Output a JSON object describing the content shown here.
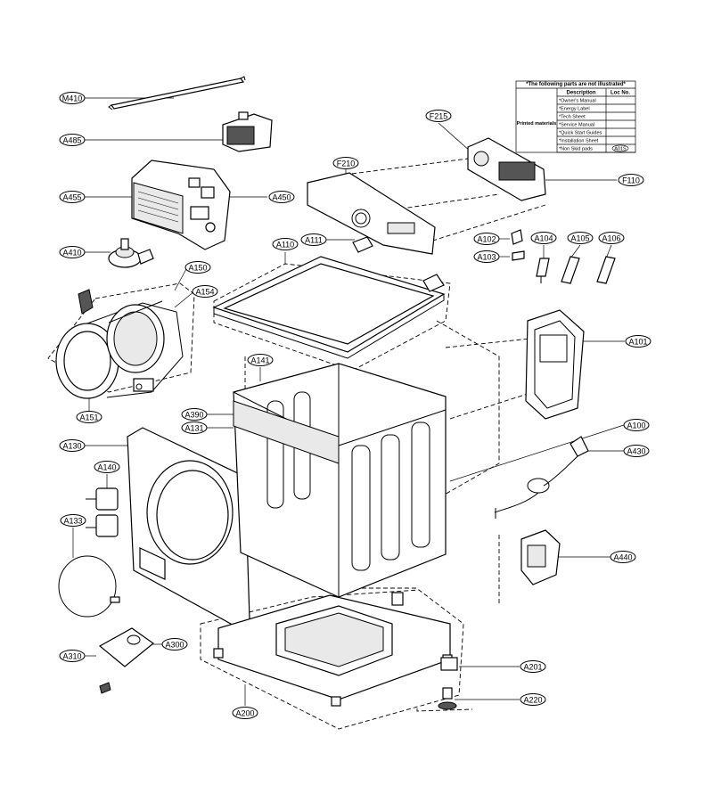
{
  "labels": [
    {
      "id": "M410",
      "text": "M410"
    },
    {
      "id": "A485",
      "text": "A485"
    },
    {
      "id": "A455",
      "text": "A455"
    },
    {
      "id": "A450",
      "text": "A450"
    },
    {
      "id": "A410",
      "text": "A410"
    },
    {
      "id": "A150",
      "text": "A150"
    },
    {
      "id": "A154",
      "text": "A154"
    },
    {
      "id": "A151",
      "text": "A151"
    },
    {
      "id": "A130",
      "text": "A130"
    },
    {
      "id": "A140",
      "text": "A140"
    },
    {
      "id": "A133",
      "text": "A133"
    },
    {
      "id": "A310",
      "text": "A310"
    },
    {
      "id": "A300",
      "text": "A300"
    },
    {
      "id": "A200",
      "text": "A200"
    },
    {
      "id": "F215",
      "text": "F215"
    },
    {
      "id": "F210",
      "text": "F210"
    },
    {
      "id": "F110",
      "text": "F110"
    },
    {
      "id": "A111",
      "text": "A111"
    },
    {
      "id": "A110",
      "text": "A110"
    },
    {
      "id": "A102",
      "text": "A102"
    },
    {
      "id": "A103",
      "text": "A103"
    },
    {
      "id": "A104",
      "text": "A104"
    },
    {
      "id": "A105",
      "text": "A105"
    },
    {
      "id": "A106",
      "text": "A106"
    },
    {
      "id": "A101",
      "text": "A101"
    },
    {
      "id": "A141",
      "text": "A141"
    },
    {
      "id": "A390",
      "text": "A390"
    },
    {
      "id": "A131",
      "text": "A131"
    },
    {
      "id": "A100",
      "text": "A100"
    },
    {
      "id": "A430",
      "text": "A430"
    },
    {
      "id": "A440",
      "text": "A440"
    },
    {
      "id": "A201",
      "text": "A201"
    },
    {
      "id": "A220",
      "text": "A220"
    }
  ],
  "parts_table": {
    "title": "*The following parts are not illustrated*",
    "header_description": "Description",
    "header_loc": "Loc No.",
    "group_label": "Printed materials",
    "rows": [
      {
        "description": "*Owner's Manual",
        "loc": ""
      },
      {
        "description": "*Energy Label",
        "loc": ""
      },
      {
        "description": "*Tech Sheet",
        "loc": ""
      },
      {
        "description": "*Service Manual",
        "loc": ""
      },
      {
        "description": "*Quick Start Guides",
        "loc": ""
      },
      {
        "description": "*Installation Sheet",
        "loc": ""
      },
      {
        "description": "*Non Skid pads",
        "loc": "A01S"
      }
    ]
  }
}
